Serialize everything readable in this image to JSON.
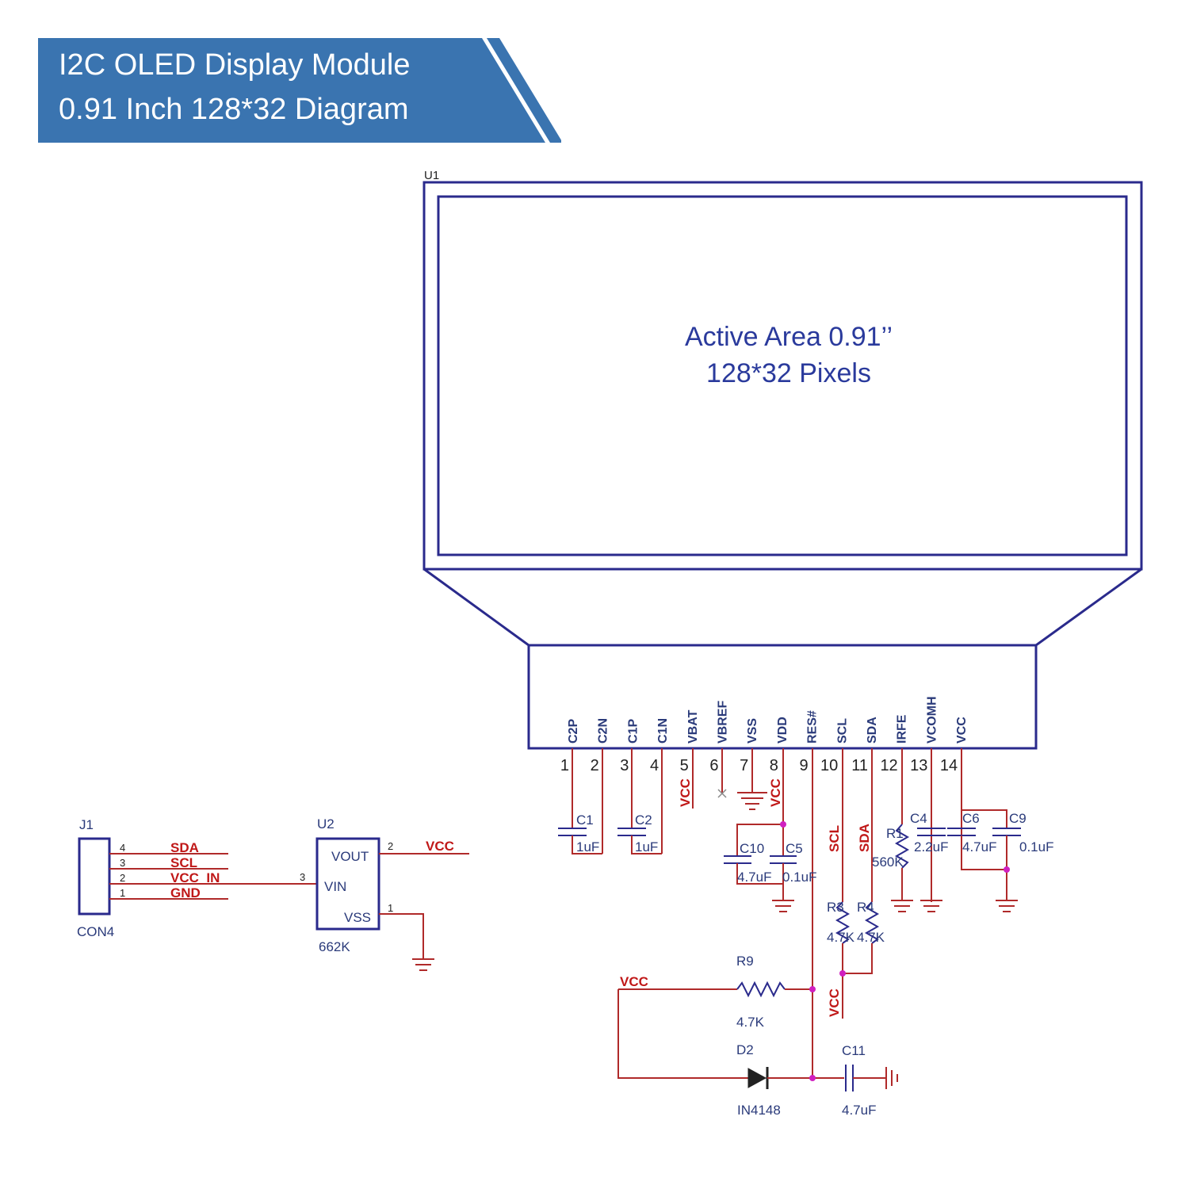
{
  "banner": {
    "line1": "I2C OLED Display Module",
    "line2": "0.91 Inch 128*32 Diagram",
    "color": "#3a74b0"
  },
  "display": {
    "ref": "U1",
    "active_line1": "Active Area 0.91’’",
    "active_line2": "128*32 Pixels",
    "pins": [
      {
        "num": "1",
        "name": "C2P"
      },
      {
        "num": "2",
        "name": "C2N"
      },
      {
        "num": "3",
        "name": "C1P"
      },
      {
        "num": "4",
        "name": "C1N"
      },
      {
        "num": "5",
        "name": "VBAT"
      },
      {
        "num": "6",
        "name": "VBREF"
      },
      {
        "num": "7",
        "name": "VSS"
      },
      {
        "num": "8",
        "name": "VDD"
      },
      {
        "num": "9",
        "name": "RES#"
      },
      {
        "num": "10",
        "name": "SCL"
      },
      {
        "num": "11",
        "name": "SDA"
      },
      {
        "num": "12",
        "name": "IRFE"
      },
      {
        "num": "13",
        "name": "VCOMH"
      },
      {
        "num": "14",
        "name": "VCC"
      }
    ]
  },
  "nets": {
    "vcc_pin5": "VCC",
    "vcc_pin8": "VCC",
    "scl": "SCL",
    "sda": "SDA",
    "vcc_pullup": "VCC",
    "vcc_reset": "VCC"
  },
  "components": {
    "c1": {
      "ref": "C1",
      "value": "1uF"
    },
    "c2": {
      "ref": "C2",
      "value": "1uF"
    },
    "c10": {
      "ref": "C10",
      "value": "4.7uF"
    },
    "c5": {
      "ref": "C5",
      "value": "0.1uF"
    },
    "r1": {
      "ref": "R1",
      "value": "560K"
    },
    "c4": {
      "ref": "C4",
      "value": "2.2uF"
    },
    "c6": {
      "ref": "C6",
      "value": "4.7uF"
    },
    "c9": {
      "ref": "C9",
      "value": "0.1uF"
    },
    "r3": {
      "ref": "R3",
      "value": "4.7K"
    },
    "r4": {
      "ref": "R4",
      "value": "4.7K"
    },
    "r9": {
      "ref": "R9",
      "value": "4.7K"
    },
    "d2": {
      "ref": "D2",
      "value": "IN4148"
    },
    "c11": {
      "ref": "C11",
      "value": "4.7uF"
    }
  },
  "j1": {
    "ref": "J1",
    "part": "CON4",
    "pins": [
      {
        "num": "4",
        "net": "SDA"
      },
      {
        "num": "3",
        "net": "SCL"
      },
      {
        "num": "2",
        "net": "VCC_IN"
      },
      {
        "num": "1",
        "net": "GND"
      }
    ]
  },
  "u2": {
    "ref": "U2",
    "part": "662K",
    "vout": "VOUT",
    "vin": "VIN",
    "vss": "VSS",
    "pin_vout": "2",
    "pin_vin": "3",
    "pin_vss": "1",
    "out_net": "VCC"
  },
  "colors": {
    "wire": "#b02a2a",
    "body": "#2a2a8c",
    "label": "#2a3a7a",
    "net": "#c01818",
    "junction": "#d020c0"
  }
}
